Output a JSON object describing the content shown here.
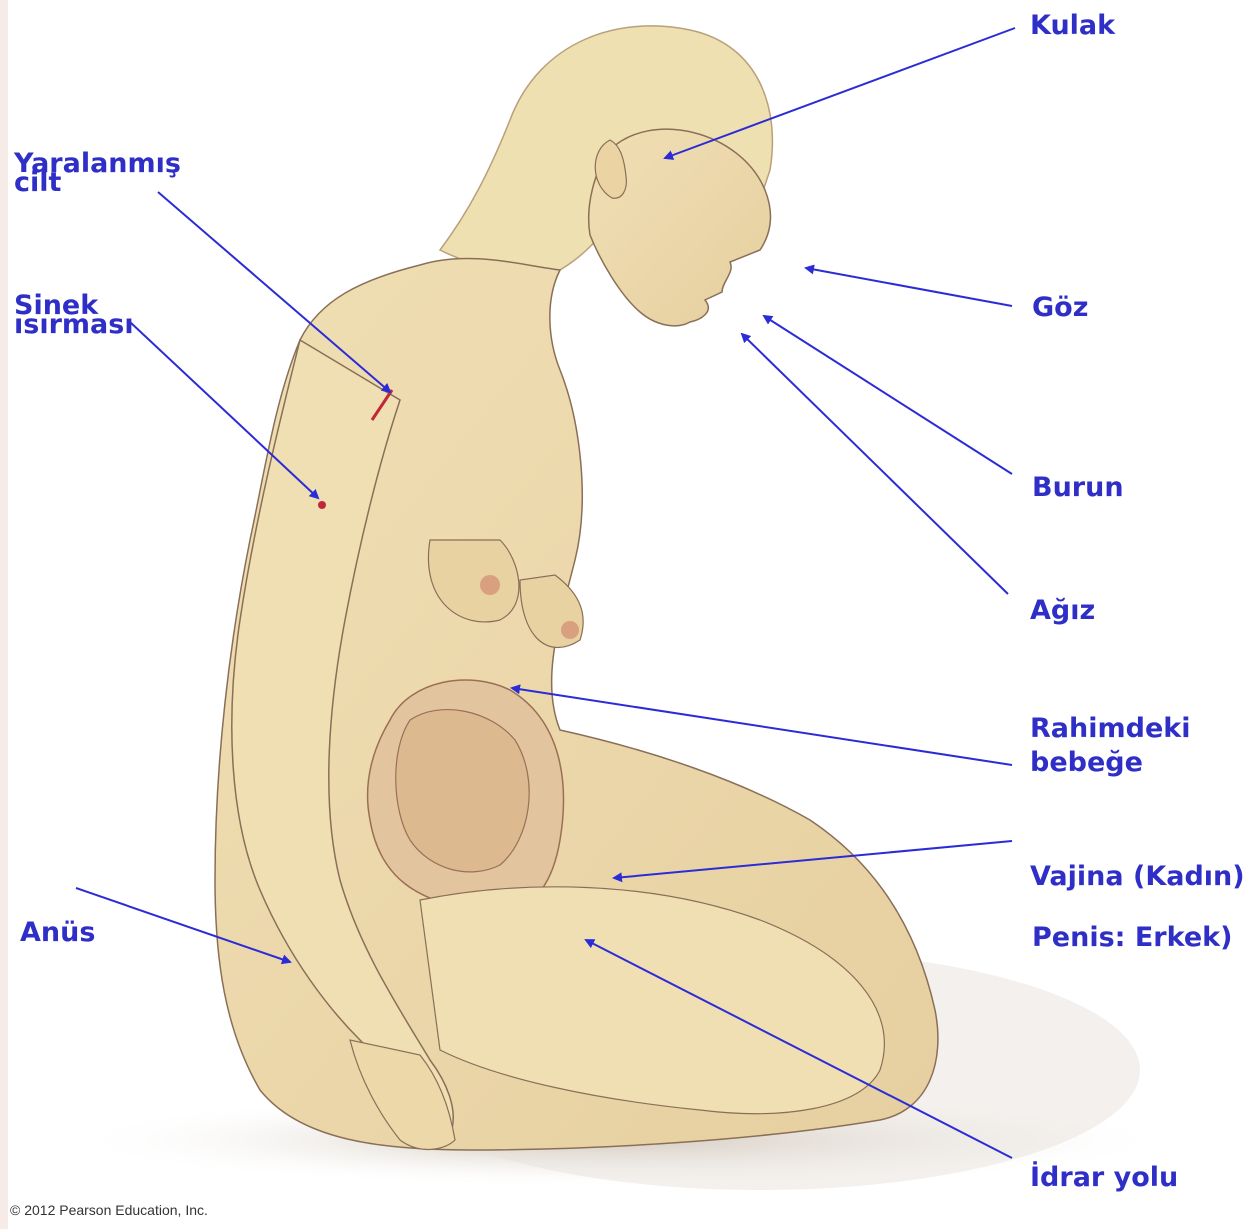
{
  "labels": {
    "ear": "Kulak",
    "injured_skin_1": "Yaralanmış",
    "injured_skin_2": "cilt",
    "insect_bite_1": "Sinek",
    "insect_bite_2": "ısırması",
    "eye": "Göz",
    "nose": "Burun",
    "mouth": "Ağız",
    "baby_in_womb_1": "Rahimdeki",
    "baby_in_womb_2": "bebeğe",
    "vagina": "Vajina (Kadın)",
    "penis": "Penis: Erkek)",
    "anus": "Anüs",
    "urethra": "İdrar yolu"
  },
  "copyright": "© 2012 Pearson Education, Inc.",
  "colors": {
    "label": "#2f2fc8",
    "arrow": "#2c2cd6",
    "skin": "#ecd9aa",
    "hair": "#efe0b2",
    "outline": "#8a6f58"
  }
}
